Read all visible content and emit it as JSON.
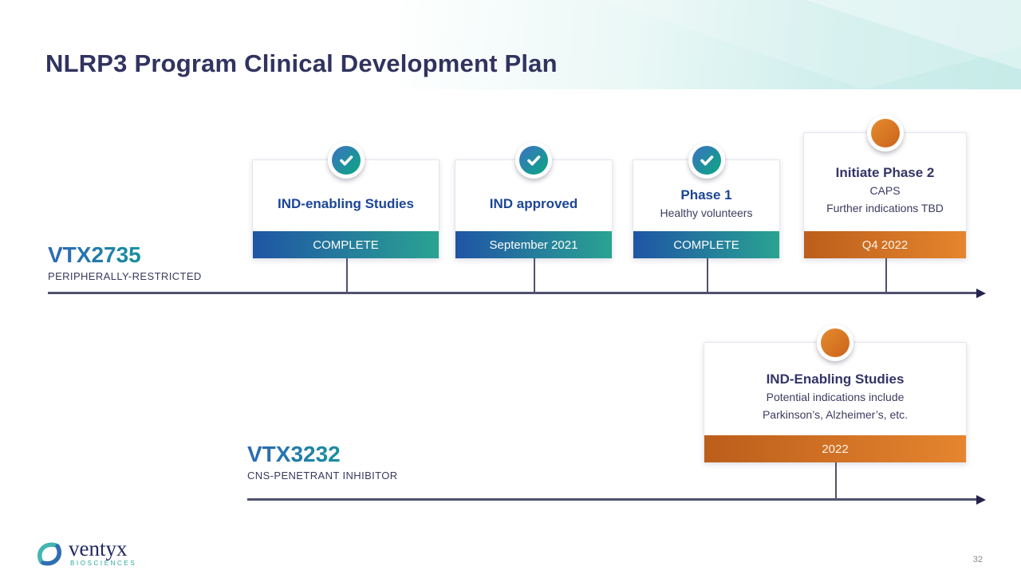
{
  "slide": {
    "title": "NLRP3 Program Clinical Development Plan",
    "page_number": "32"
  },
  "programs": [
    {
      "name": "VTX2735",
      "subtitle": "PERIPHERALLY-RESTRICTED",
      "milestones": [
        {
          "icon": "check-icon",
          "title": "IND-enabling Studies",
          "status": "COMPLETE"
        },
        {
          "icon": "check-icon",
          "title": "IND approved",
          "status": "September 2021"
        },
        {
          "icon": "check-icon",
          "title": "Phase 1",
          "line1": "Healthy volunteers",
          "status": "COMPLETE"
        },
        {
          "icon": "circle-icon",
          "title": "Initiate Phase 2",
          "line1": "CAPS",
          "line2": "Further indications TBD",
          "status": "Q4 2022"
        }
      ]
    },
    {
      "name": "VTX3232",
      "subtitle": "CNS-PENETRANT INHIBITOR",
      "milestones": [
        {
          "icon": "circle-icon",
          "title": "IND-Enabling Studies",
          "line1": "Potential indications include",
          "line2": "Parkinson’s, Alzheimer’s, etc.",
          "status": "2022"
        }
      ]
    }
  ],
  "footer": {
    "brand": "ventyx",
    "brand_sub": "BIOSCIENCES"
  },
  "colors": {
    "title_navy": "#31335f",
    "accent_blue": "#1f55a5",
    "accent_teal": "#2aa392",
    "accent_orange": "#dd7d22",
    "timeline": "#50506e",
    "program_gradient_start": "#2a6cb3",
    "program_gradient_end": "#0ea193"
  }
}
